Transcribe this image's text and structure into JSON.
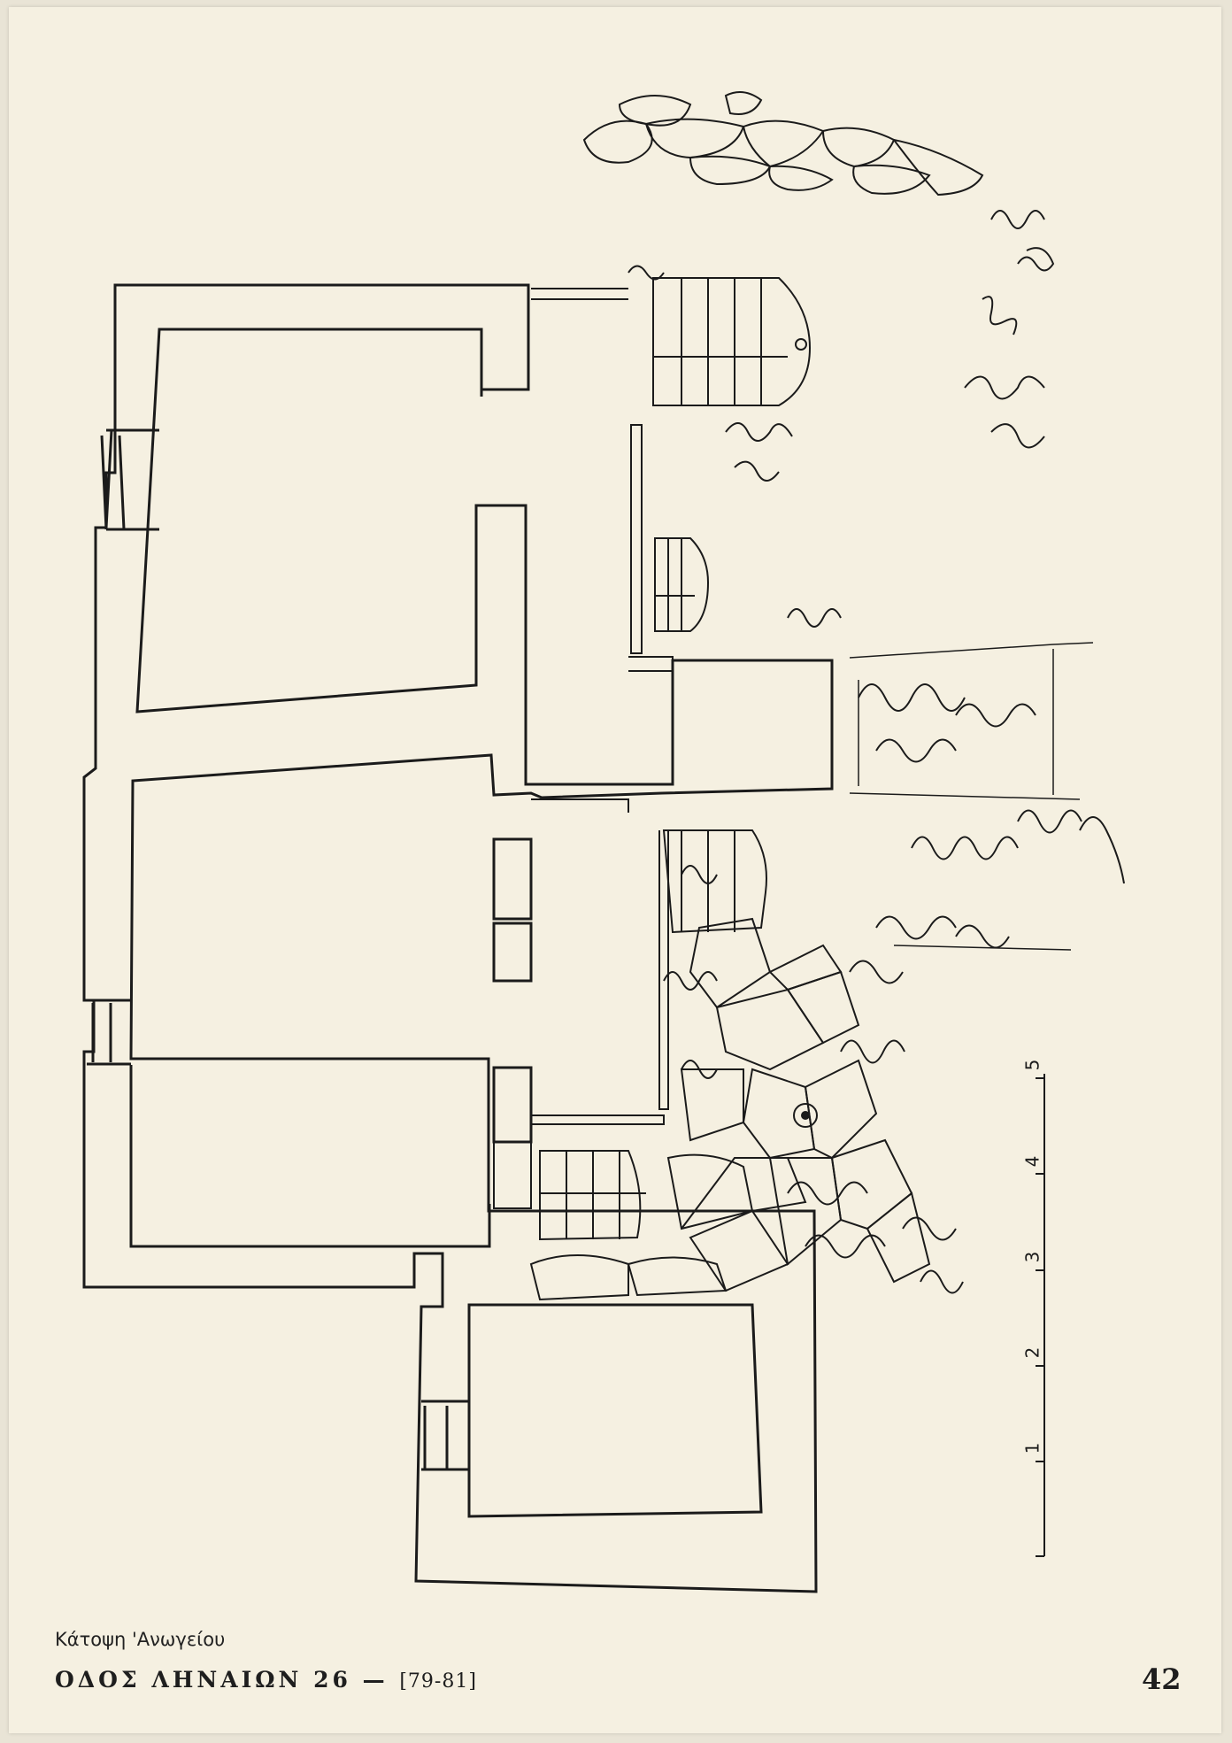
{
  "caption": "Κάτοψη 'Ανωγείου",
  "footer": {
    "street": "ΟΔΟΣ ΛΗΝΑΙΩΝ 26",
    "dash": "—",
    "ref": "[79-81]"
  },
  "page_number": "42",
  "scale_bar": {
    "labels": [
      "1",
      "2",
      "3",
      "4",
      "5"
    ]
  },
  "colors": {
    "paper": "#f5f0e1",
    "ink": "#1b1b1b"
  }
}
